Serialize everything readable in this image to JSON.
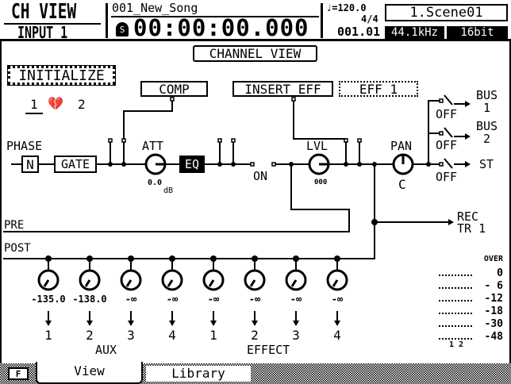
{
  "header": {
    "title": "CH VIEW",
    "channel": "INPUT 1",
    "song": "001_New_Song",
    "timecode": "00:00:00.000",
    "clock_source": "S",
    "tempo": "♩=120.0",
    "meter": "4/4",
    "position": "001.01",
    "scene": "1.Scene01",
    "sample_rate": "44.1kHz",
    "bit_depth": "16bit"
  },
  "page_title": "CHANNEL VIEW",
  "initialize_label": "INITIALIZE",
  "pair": {
    "left": "1",
    "right": "2"
  },
  "blocks": {
    "phase": "PHASE",
    "phase_value": "N",
    "gate": "GATE",
    "comp": "COMP",
    "att": "ATT",
    "att_value": "0.0",
    "att_unit": "dB",
    "eq": "EQ",
    "on": "ON",
    "lvl": "LVL",
    "lvl_value": "000",
    "insert": "INSERT EFF",
    "insert_eff": "EFF  1",
    "pan": "PAN",
    "pan_value": "C"
  },
  "outputs": [
    {
      "label": "BUS",
      "num": "1",
      "state": "OFF"
    },
    {
      "label": "BUS",
      "num": "2",
      "state": "OFF"
    },
    {
      "label": "ST",
      "num": "",
      "state": "OFF"
    }
  ],
  "rec": {
    "label": "REC",
    "track": "TR  1"
  },
  "pre_label": "PRE",
  "post_label": "POST",
  "sends": [
    {
      "value": "-135.0",
      "num": "1"
    },
    {
      "value": "-138.0",
      "num": "2"
    },
    {
      "value": "-∞",
      "num": "3"
    },
    {
      "value": "-∞",
      "num": "4"
    },
    {
      "value": "-∞",
      "num": "1"
    },
    {
      "value": "-∞",
      "num": "2"
    },
    {
      "value": "-∞",
      "num": "3"
    },
    {
      "value": "-∞",
      "num": "4"
    }
  ],
  "groups": {
    "aux": "AUX",
    "effect": "EFFECT"
  },
  "meter_scale": [
    "OVER",
    "0",
    "- 6",
    "-12",
    "-18",
    "-30",
    "-48"
  ],
  "meter_channels": "1  2",
  "tabs": {
    "f": "F",
    "view": "View",
    "library": "Library"
  }
}
